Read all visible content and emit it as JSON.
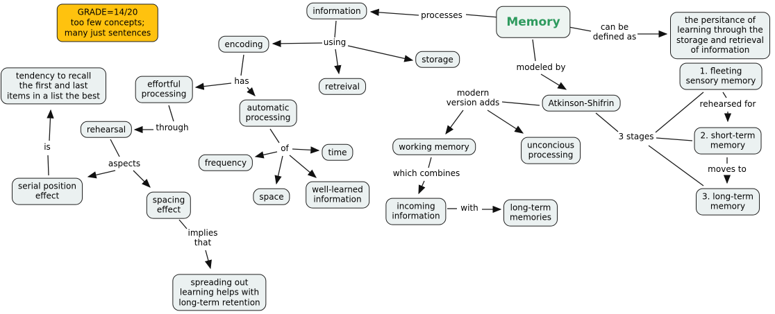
{
  "annotation": {
    "grade_note": "GRADE=14/20\ntoo few concepts;\nmany just sentences",
    "color": "#FFC20E"
  },
  "colors": {
    "node_background": "#EBF1F1",
    "node_border": "#1F1F1F",
    "memory_title_text": "#2E9A5E",
    "line": "#1A1A1A",
    "page_background": "#FFFFFF"
  },
  "nodes": {
    "memory": {
      "label": "Memory"
    },
    "information": {
      "label": "information"
    },
    "encoding": {
      "label": "encoding"
    },
    "storage": {
      "label": "storage"
    },
    "retreival": {
      "label": "retreival"
    },
    "definition": {
      "label": "the persitance of\nlearning through the\nstorage and retrieval\nof information"
    },
    "effortful": {
      "label": "effortful\nprocessing"
    },
    "automatic": {
      "label": "automatic\nprocessing"
    },
    "rehearsal": {
      "label": "rehearsal"
    },
    "atkinson_shifrin": {
      "label": "Atkinson-Shifrin"
    },
    "fleeting_sensory": {
      "label": "1. fleeting\nsensory memory"
    },
    "short_term": {
      "label": "2. short-term\nmemory"
    },
    "long_term_stage": {
      "label": "3. long-term\nmemory"
    },
    "working_memory": {
      "label": "working memory"
    },
    "unconcious": {
      "label": "unconcious\nprocessing"
    },
    "incoming": {
      "label": "incoming\ninformation"
    },
    "long_term_memories": {
      "label": "long-term\nmemories"
    },
    "frequency": {
      "label": "frequency"
    },
    "time": {
      "label": "time"
    },
    "space": {
      "label": "space"
    },
    "well_learned": {
      "label": "well-learned\ninformation"
    },
    "serial_position": {
      "label": "serial position\neffect"
    },
    "spacing_effect": {
      "label": "spacing\neffect"
    },
    "spreading_out": {
      "label": "spreading out\nlearning helps with\nlong-term retention"
    },
    "tendency": {
      "label": "tendency to recall\nthe first and last\nitems in a list the best"
    }
  },
  "links": {
    "processes": {
      "label": "processes"
    },
    "can_be_defined_as": {
      "label": "can be\ndefined as"
    },
    "using": {
      "label": "using"
    },
    "has": {
      "label": "has"
    },
    "through": {
      "label": "through"
    },
    "modeled_by": {
      "label": "modeled by"
    },
    "modern_version_adds": {
      "label": "modern\nversion adds"
    },
    "is": {
      "label": "is"
    },
    "aspects": {
      "label": "aspects"
    },
    "of": {
      "label": "of"
    },
    "three_stages": {
      "label": "3 stages"
    },
    "rehearsed_for": {
      "label": "rehearsed for"
    },
    "which_combines": {
      "label": "which combines"
    },
    "with": {
      "label": "with"
    },
    "moves_to": {
      "label": "moves to"
    },
    "implies_that": {
      "label": "implies\nthat"
    }
  }
}
